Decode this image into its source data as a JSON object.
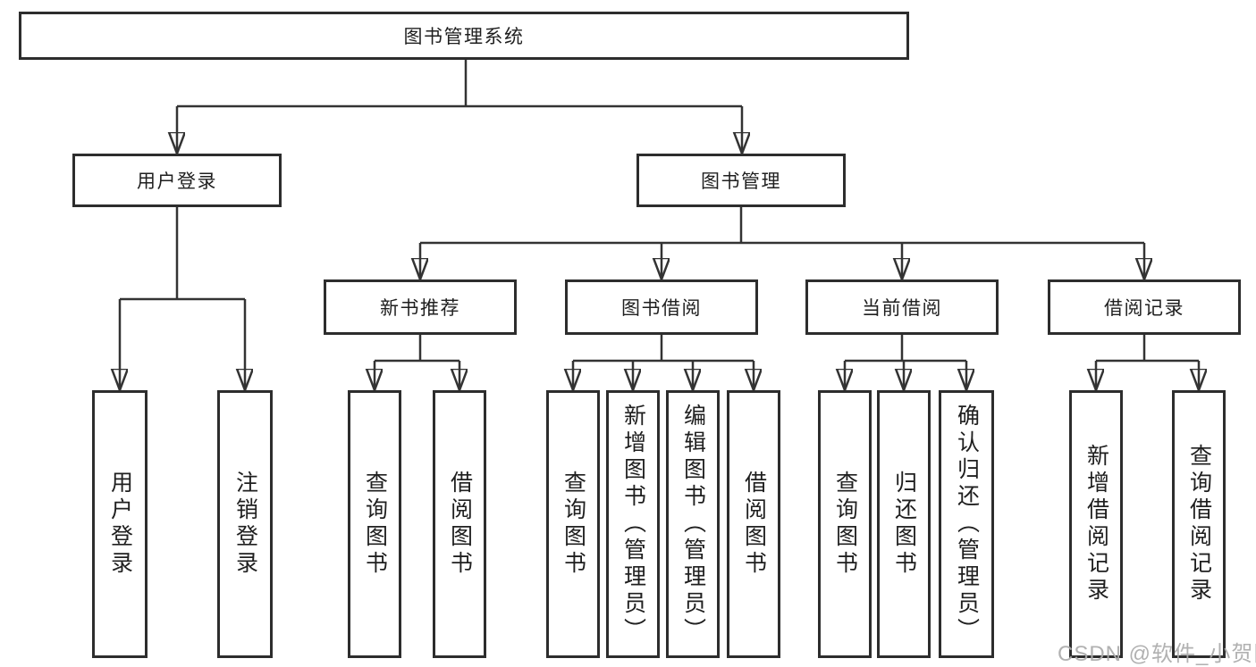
{
  "diagram": {
    "root": {
      "label": "图书管理系统"
    },
    "branches": [
      {
        "label": "用户登录",
        "children": [
          {
            "label": "用户登录"
          },
          {
            "label": "注销登录"
          }
        ]
      },
      {
        "label": "图书管理",
        "children": [
          {
            "label": "新书推荐",
            "children": [
              {
                "label": "查询图书"
              },
              {
                "label": "借阅图书"
              }
            ]
          },
          {
            "label": "图书借阅",
            "children": [
              {
                "label": "查询图书"
              },
              {
                "label": "新增图书（管理员）"
              },
              {
                "label": "编辑图书（管理员）"
              },
              {
                "label": "借阅图书"
              }
            ]
          },
          {
            "label": "当前借阅",
            "children": [
              {
                "label": "查询图书"
              },
              {
                "label": "归还图书"
              },
              {
                "label": "确认归还（管理员）"
              }
            ]
          },
          {
            "label": "借阅记录",
            "children": [
              {
                "label": "新增借阅记录"
              },
              {
                "label": "查询借阅记录"
              }
            ]
          }
        ]
      }
    ],
    "watermark": "CSDN @软件_小贺同学",
    "colors": {
      "line": "#333333",
      "box_border": "#2d2d2d",
      "text": "#1f1f1f",
      "watermark": "#ababab",
      "background": "#ffffff"
    }
  }
}
